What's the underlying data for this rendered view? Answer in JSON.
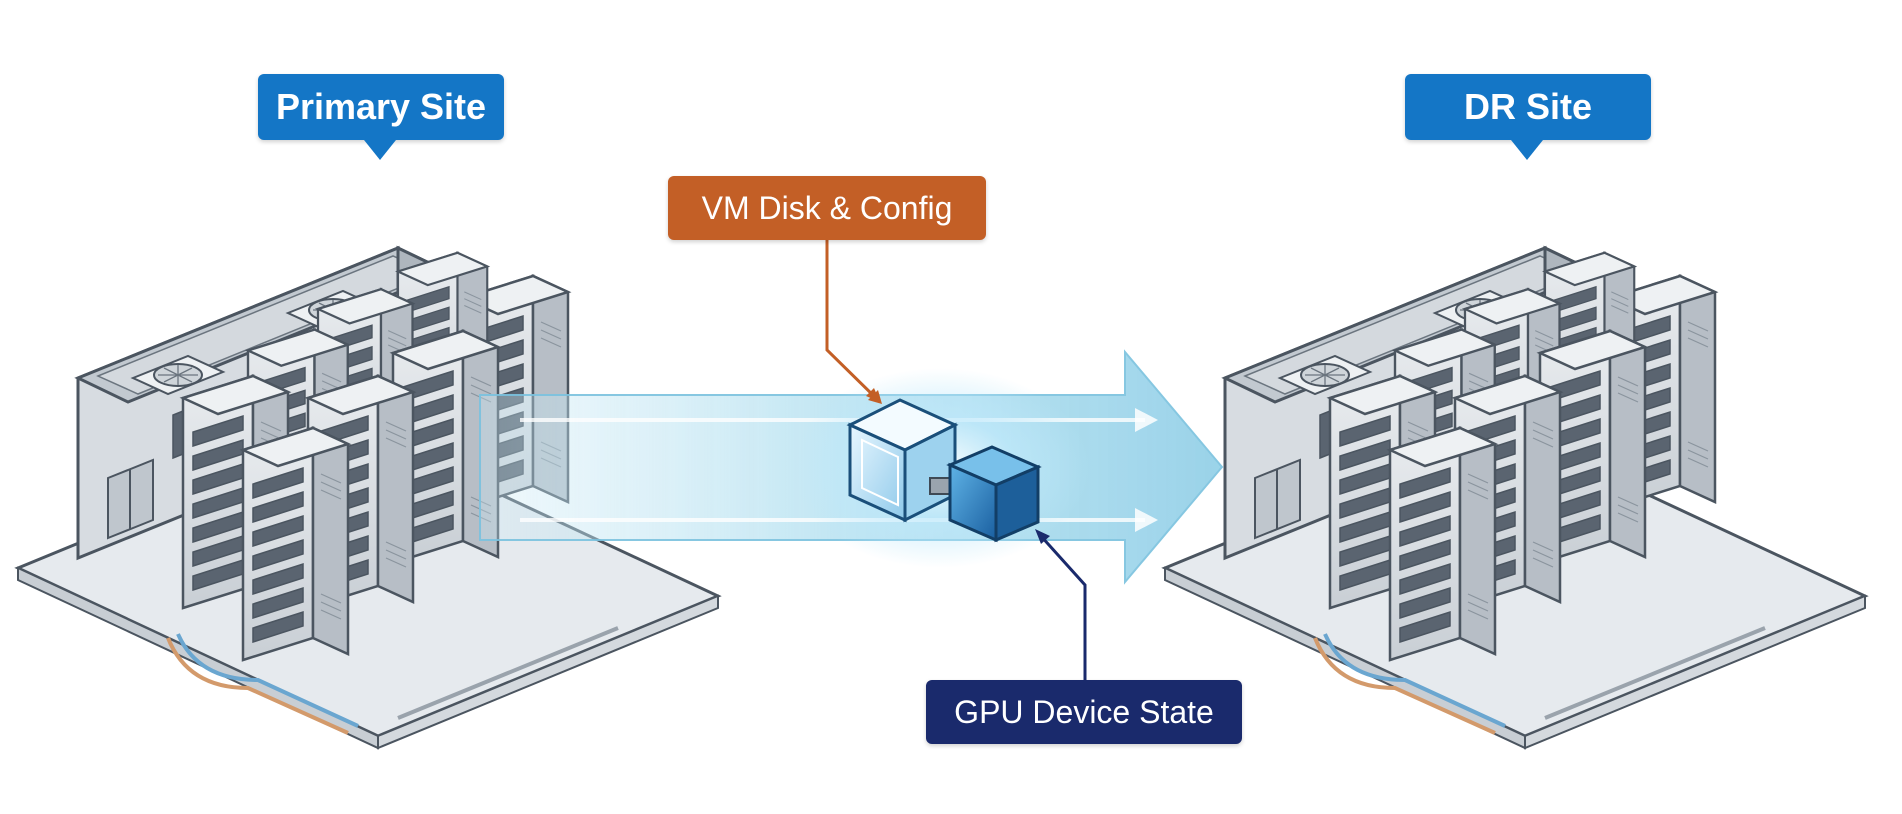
{
  "labels": {
    "primary_site": "Primary Site",
    "dr_site": "DR Site",
    "vm_disk_config": "VM Disk & Config",
    "gpu_device_state": "GPU Device State"
  },
  "colors": {
    "site_label": "#1476c6",
    "vm_disk_label": "#c35f26",
    "gpu_label": "#1a2a6c",
    "arrow": "#9fd6ea",
    "server_body": "#d9dde2",
    "server_outline": "#4b5560",
    "floor": "#e6eaee"
  },
  "icons": [
    "server-rack-icon",
    "cooling-fan-icon",
    "vm-cube-icon",
    "gpu-cube-icon"
  ]
}
